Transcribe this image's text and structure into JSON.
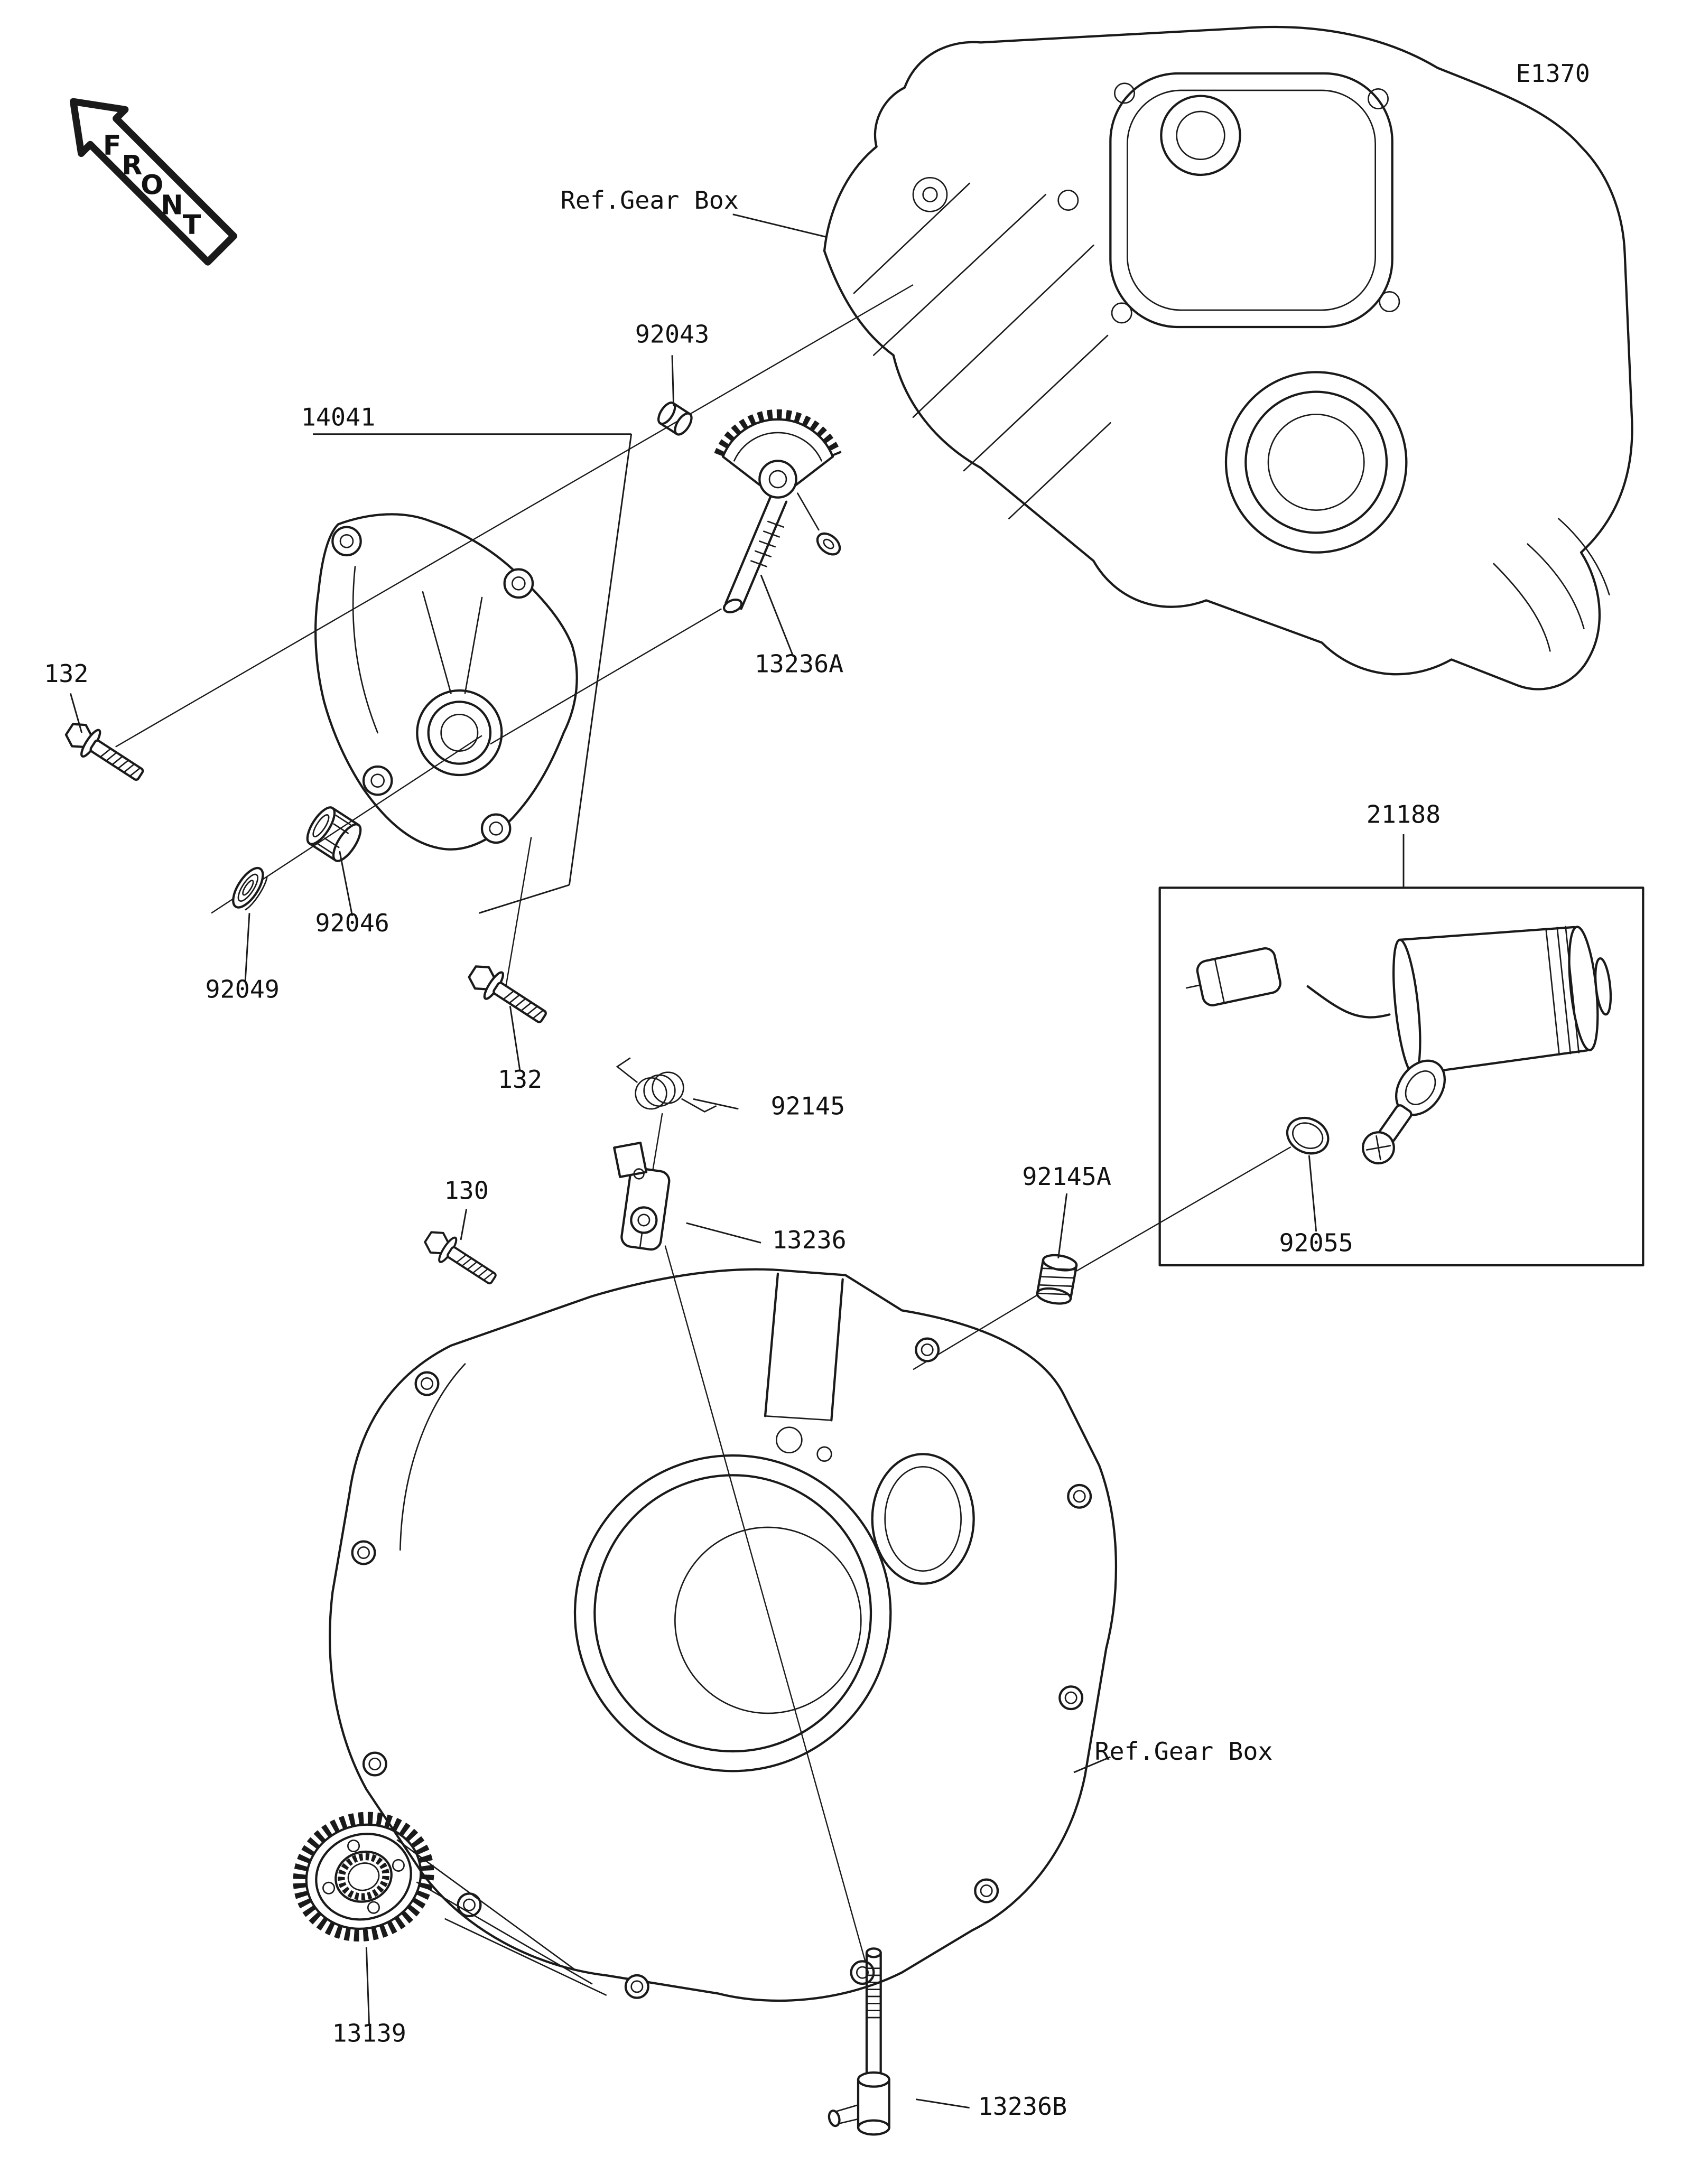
{
  "diagram": {
    "page_code": "E1370",
    "front": {
      "letters": [
        "F",
        "R",
        "O",
        "N",
        "T"
      ]
    },
    "refs": {
      "top": "Ref.Gear Box",
      "bottom": "Ref.Gear Box"
    },
    "labels": {
      "p92043": "92043",
      "p14041": "14041",
      "p13236a": "13236A",
      "p132a": "132",
      "p92046": "92046",
      "p92049": "92049",
      "p132b": "132",
      "p21188": "21188",
      "p92145": "92145",
      "p92145a": "92145A",
      "p130": "130",
      "p13236": "13236",
      "p92055": "92055",
      "p13139": "13139",
      "p13236b": "13236B"
    }
  }
}
